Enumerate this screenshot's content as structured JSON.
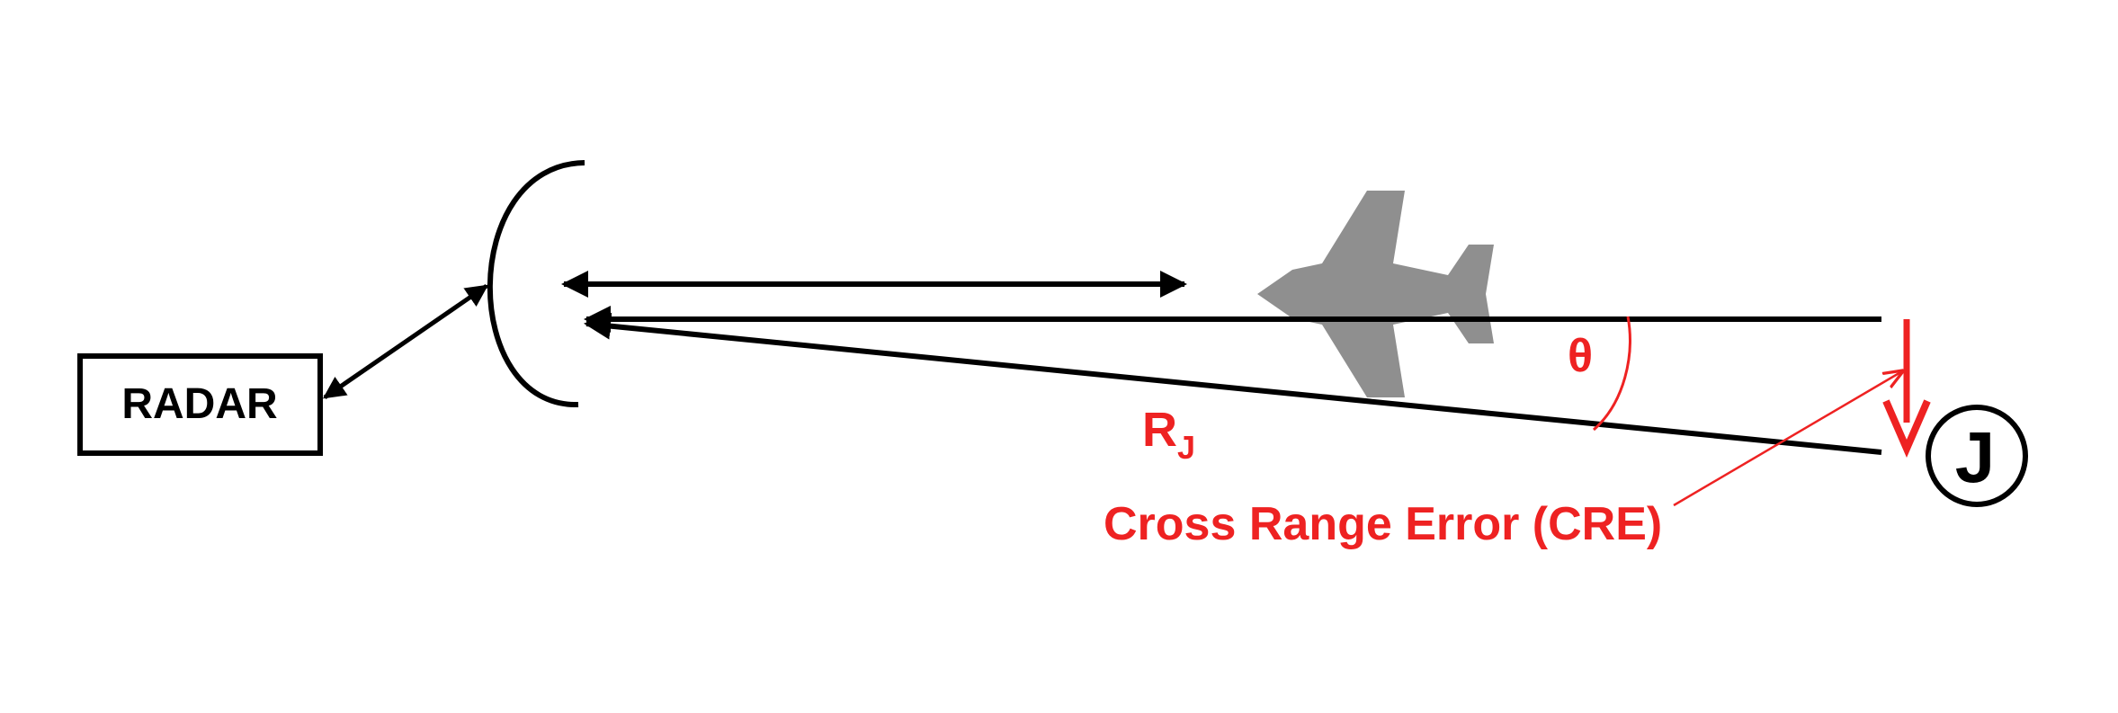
{
  "labels": {
    "radar": "RADAR",
    "range_symbol": "R",
    "range_subscript": "J",
    "angle_symbol": "θ",
    "cross_range_error": "Cross Range Error (CRE)",
    "jammer": "J"
  },
  "colors": {
    "line": "#000000",
    "accent": "#ee2222",
    "aircraft": "#8f8f8f",
    "background": "#ffffff"
  },
  "icons": {
    "aircraft": "airplane-silhouette-icon",
    "jammer": "circled-letter-icon"
  }
}
